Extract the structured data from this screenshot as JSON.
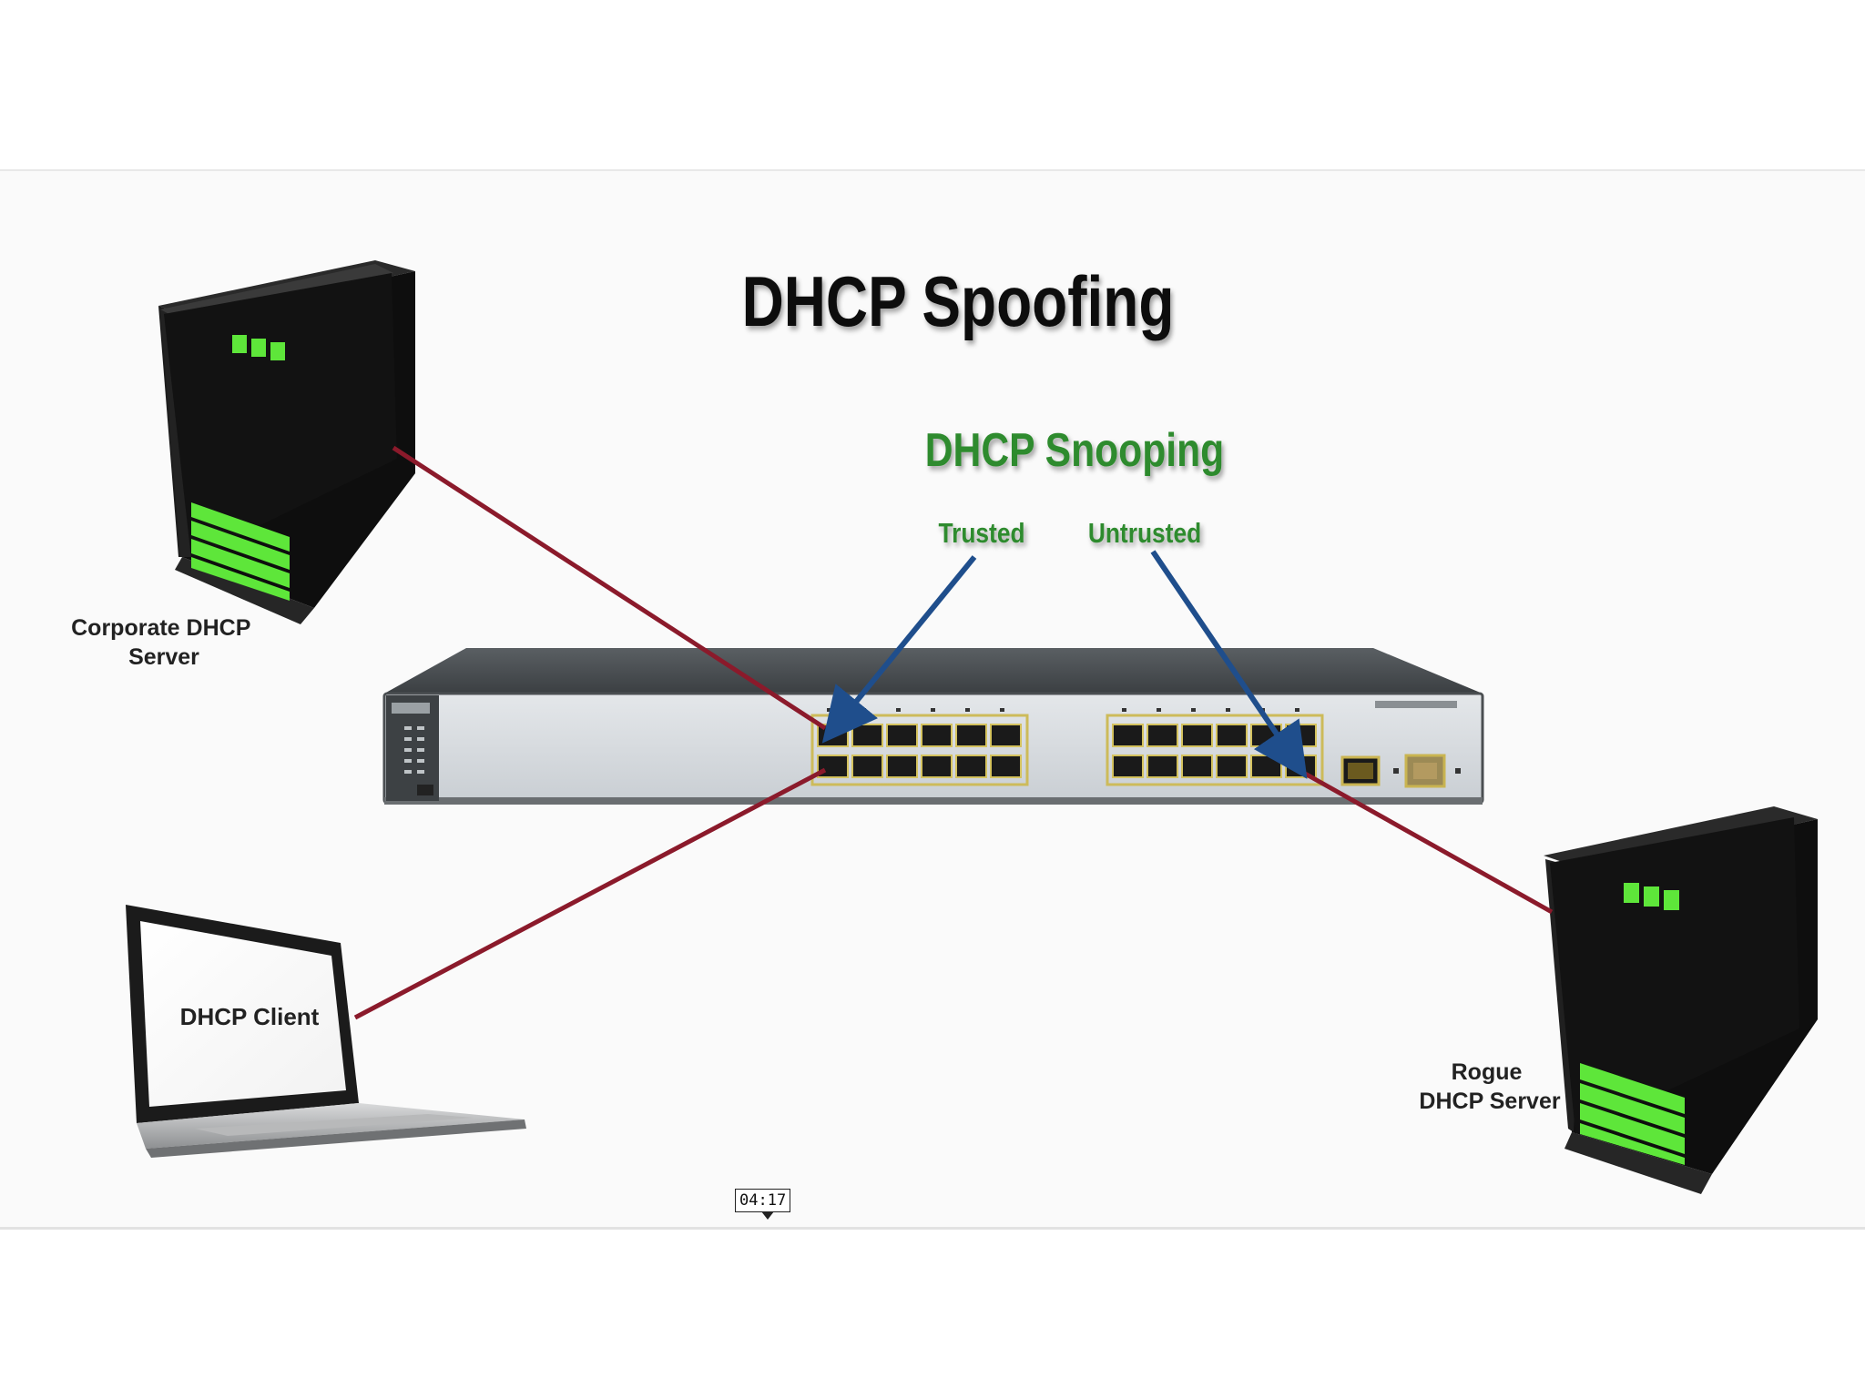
{
  "title": "DHCP Spoofing",
  "snooping": {
    "heading": "DHCP Snooping",
    "trusted_label": "Trusted",
    "untrusted_label": "Untrusted"
  },
  "devices": {
    "corporate_server_label_line1": "Corporate DHCP",
    "corporate_server_label_line2": "Server",
    "client_label": "DHCP Client",
    "rogue_server_label_line1": "Rogue",
    "rogue_server_label_line2": "DHCP Server"
  },
  "playback": {
    "timestamp": "04:17"
  },
  "colors": {
    "title": "#111111",
    "snooping_green": "#2e8b2e",
    "cable_red": "#8b1a2b",
    "arrow_blue": "#1f4e8c",
    "server_green": "#5ee63a",
    "server_body": "#141414"
  }
}
